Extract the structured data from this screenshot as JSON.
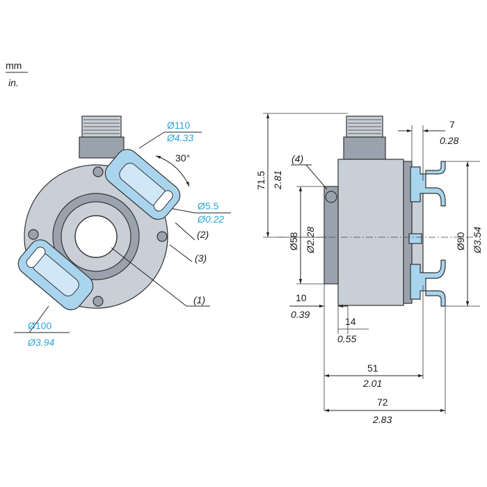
{
  "units": {
    "primary": "mm",
    "secondary": "in."
  },
  "front_view": {
    "d110_mm": "Ø110",
    "d110_in": "Ø4.33",
    "angle": "30°",
    "d5_5_mm": "Ø5.5",
    "d5_5_in": "Ø0.22",
    "d100_mm": "Ø100",
    "d100_in": "Ø3.94",
    "callout_1": "(1)",
    "callout_2": "(2)",
    "callout_3": "(3)"
  },
  "side_view": {
    "callout_4": "(4)",
    "h71_5_mm": "71.5",
    "h71_5_in": "2.81",
    "d58_mm": "Ø58",
    "d58_in": "Ø2.28",
    "w7_mm": "7",
    "w7_in": "0.28",
    "d90_mm": "Ø90",
    "d90_in": "Ø3.54",
    "w10_mm": "10",
    "w10_in": "0.39",
    "w14_mm": "14",
    "w14_in": "0.55",
    "w51_mm": "51",
    "w51_in": "2.01",
    "w72_mm": "72",
    "w72_in": "2.83"
  },
  "colors": {
    "accent": "#2aa4d8",
    "bracket_fill": "#a9d4ee",
    "body_fill": "#c9cfd6"
  }
}
